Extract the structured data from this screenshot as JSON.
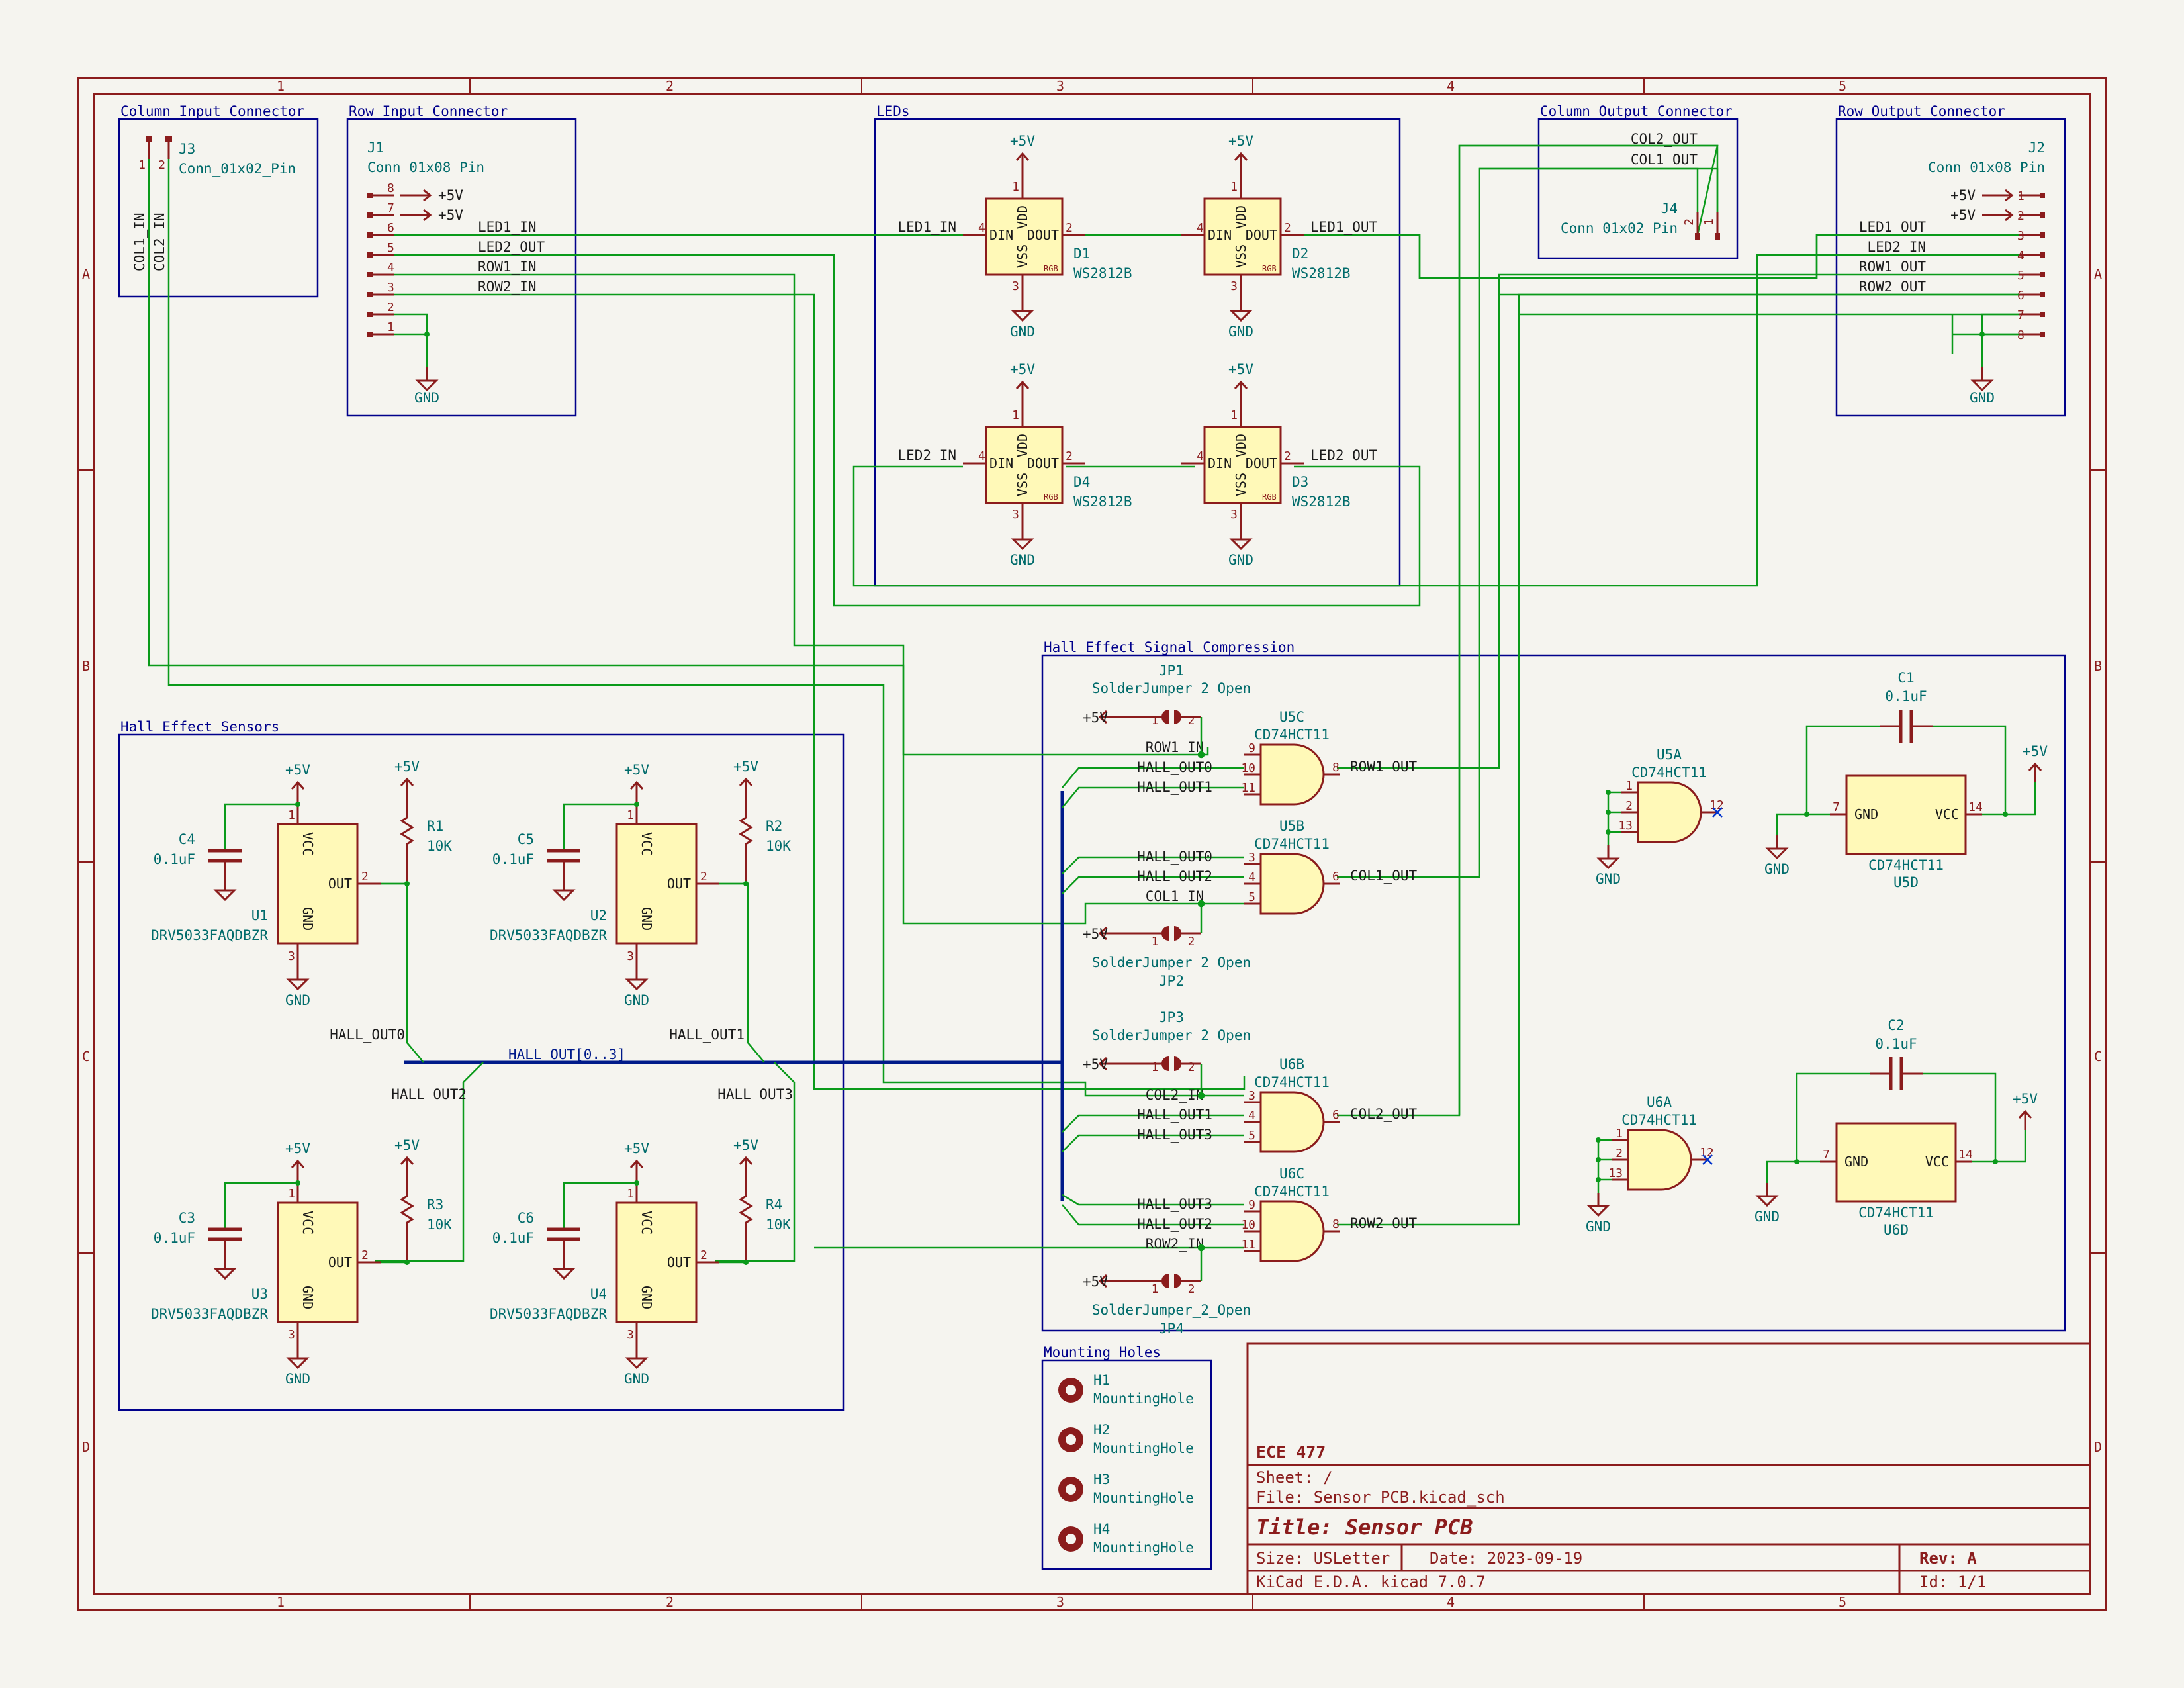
{
  "frame": {
    "columns": [
      "1",
      "2",
      "3",
      "4",
      "5"
    ],
    "rows": [
      "A",
      "B",
      "C",
      "D"
    ]
  },
  "title_block": {
    "company": "ECE 477",
    "sheet": "Sheet: /",
    "file": "File: Sensor PCB.kicad_sch",
    "title": "Title: Sensor PCB",
    "size": "Size: USLetter",
    "date": "Date: 2023-09-19",
    "rev": "Rev: A",
    "tool": "KiCad E.D.A.  kicad 7.0.7",
    "id": "Id: 1/1"
  },
  "groups": {
    "col_in": "Column Input Connector",
    "row_in": "Row Input Connector",
    "leds": "LEDs",
    "col_out": "Column Output Connector",
    "row_out": "Row Output Connector",
    "hall_sensors": "Hall Effect Sensors",
    "compression": "Hall Effect Signal Compression",
    "mounting": "Mounting Holes"
  },
  "connectors": {
    "j3": {
      "ref": "J3",
      "value": "Conn_01x02_Pin",
      "pins": [
        "1",
        "2"
      ],
      "nets": [
        "COL1_IN",
        "COL2_IN"
      ]
    },
    "j1": {
      "ref": "J1",
      "value": "Conn_01x08_Pin",
      "pins": [
        "8",
        "7",
        "6",
        "5",
        "4",
        "3",
        "2",
        "1"
      ],
      "nets": [
        "+5V",
        "+5V",
        "LED1_IN",
        "LED2_OUT",
        "ROW1_IN",
        "ROW2_IN",
        "",
        ""
      ],
      "gnd": "GND"
    },
    "j4": {
      "ref": "J4",
      "value": "Conn_01x02_Pin",
      "pins": [
        "2",
        "1"
      ],
      "nets": [
        "COL2_OUT",
        "COL1_OUT"
      ]
    },
    "j2": {
      "ref": "J2",
      "value": "Conn_01x08_Pin",
      "pins": [
        "1",
        "2",
        "3",
        "4",
        "5",
        "6",
        "7",
        "8"
      ],
      "nets": [
        "+5V",
        "+5V",
        "LED1_OUT",
        "LED2_IN",
        "ROW1_OUT",
        "ROW2_OUT",
        "",
        ""
      ],
      "gnd": "GND"
    }
  },
  "leds": [
    {
      "ref": "D1",
      "value": "WS2812B",
      "din_net": "LED1_IN",
      "dout_net": "",
      "pwr": "+5V",
      "gnd": "GND"
    },
    {
      "ref": "D2",
      "value": "WS2812B",
      "din_net": "",
      "dout_net": "LED1_OUT",
      "pwr": "+5V",
      "gnd": "GND"
    },
    {
      "ref": "D4",
      "value": "WS2812B",
      "din_net": "LED2_IN",
      "dout_net": "",
      "pwr": "+5V",
      "gnd": "GND"
    },
    {
      "ref": "D3",
      "value": "WS2812B",
      "din_net": "",
      "dout_net": "LED2_OUT",
      "pwr": "+5V",
      "gnd": "GND"
    }
  ],
  "led_pins": {
    "din": "DIN",
    "dout": "DOUT",
    "vdd": "VDD",
    "vss": "VSS",
    "rgb": "RGB",
    "p1": "1",
    "p2": "2",
    "p3": "3",
    "p4": "4"
  },
  "sensors": [
    {
      "ref": "U1",
      "value": "DRV5033FAQDBZR",
      "cap_ref": "C4",
      "cap_val": "0.1uF",
      "res_ref": "R1",
      "res_val": "10K",
      "out_net": "HALL_OUT0"
    },
    {
      "ref": "U2",
      "value": "DRV5033FAQDBZR",
      "cap_ref": "C5",
      "cap_val": "0.1uF",
      "res_ref": "R2",
      "res_val": "10K",
      "out_net": "HALL_OUT1"
    },
    {
      "ref": "U3",
      "value": "DRV5033FAQDBZR",
      "cap_ref": "C3",
      "cap_val": "0.1uF",
      "res_ref": "R3",
      "res_val": "10K",
      "out_net": "HALL_OUT2"
    },
    {
      "ref": "U4",
      "value": "DRV5033FAQDBZR",
      "cap_ref": "C6",
      "cap_val": "0.1uF",
      "res_ref": "R4",
      "res_val": "10K",
      "out_net": "HALL_OUT3"
    }
  ],
  "sensor_pins": {
    "vcc": "VCC",
    "gnd": "GND",
    "out": "OUT",
    "p1": "1",
    "p2": "2",
    "p3": "3"
  },
  "bus_label": "HALL_OUT[0..3]",
  "power": {
    "vcc": "+5V",
    "gnd": "GND"
  },
  "gates": [
    {
      "ref": "U5C",
      "value": "CD74HCT11",
      "pins": [
        "9",
        "10",
        "11",
        "8"
      ],
      "inputs": [
        "ROW1_IN",
        "HALL_OUT0",
        "HALL_OUT1"
      ],
      "output": "ROW1_OUT"
    },
    {
      "ref": "U5B",
      "value": "CD74HCT11",
      "pins": [
        "3",
        "4",
        "5",
        "6"
      ],
      "inputs": [
        "HALL_OUT0",
        "HALL_OUT2",
        "COL1_IN"
      ],
      "output": "COL1_OUT"
    },
    {
      "ref": "U6B",
      "value": "CD74HCT11",
      "pins": [
        "3",
        "4",
        "5",
        "6"
      ],
      "inputs": [
        "COL2_IN",
        "HALL_OUT1",
        "HALL_OUT3"
      ],
      "output": "COL2_OUT"
    },
    {
      "ref": "U6C",
      "value": "CD74HCT11",
      "pins": [
        "9",
        "10",
        "11",
        "8"
      ],
      "inputs": [
        "HALL_OUT3",
        "HALL_OUT2",
        "ROW2_IN"
      ],
      "output": "ROW2_OUT"
    },
    {
      "ref": "U5A",
      "value": "CD74HCT11",
      "pins": [
        "1",
        "2",
        "13",
        "12"
      ],
      "inputs": [
        "",
        "",
        ""
      ],
      "output": ""
    },
    {
      "ref": "U6A",
      "value": "CD74HCT11",
      "pins": [
        "1",
        "2",
        "13",
        "12"
      ],
      "inputs": [
        "",
        "",
        ""
      ],
      "output": ""
    }
  ],
  "jumpers": [
    {
      "ref": "JP1",
      "value": "SolderJumper_2_Open"
    },
    {
      "ref": "JP2",
      "value": "SolderJumper_2_Open"
    },
    {
      "ref": "JP3",
      "value": "SolderJumper_2_Open"
    },
    {
      "ref": "JP4",
      "value": "SolderJumper_2_Open"
    }
  ],
  "power_units": [
    {
      "ref": "U5D",
      "value": "CD74HCT11",
      "cap_ref": "C1",
      "cap_val": "0.1uF",
      "gnd_pin": "7",
      "vcc_pin": "14"
    },
    {
      "ref": "U6D",
      "value": "CD74HCT11",
      "cap_ref": "C2",
      "cap_val": "0.1uF",
      "gnd_pin": "7",
      "vcc_pin": "14"
    }
  ],
  "mounting_holes": [
    {
      "ref": "H1",
      "value": "MountingHole"
    },
    {
      "ref": "H2",
      "value": "MountingHole"
    },
    {
      "ref": "H3",
      "value": "MountingHole"
    },
    {
      "ref": "H4",
      "value": "MountingHole"
    }
  ],
  "colors": {
    "frame": "#8b1c1c",
    "wire": "#0a9a1a",
    "bus": "#001a8a",
    "body": "#fff9b8",
    "label": "#1a1a1a",
    "ref": "#006b6b",
    "group": "#00008b",
    "pin": "#8b1c1c"
  }
}
